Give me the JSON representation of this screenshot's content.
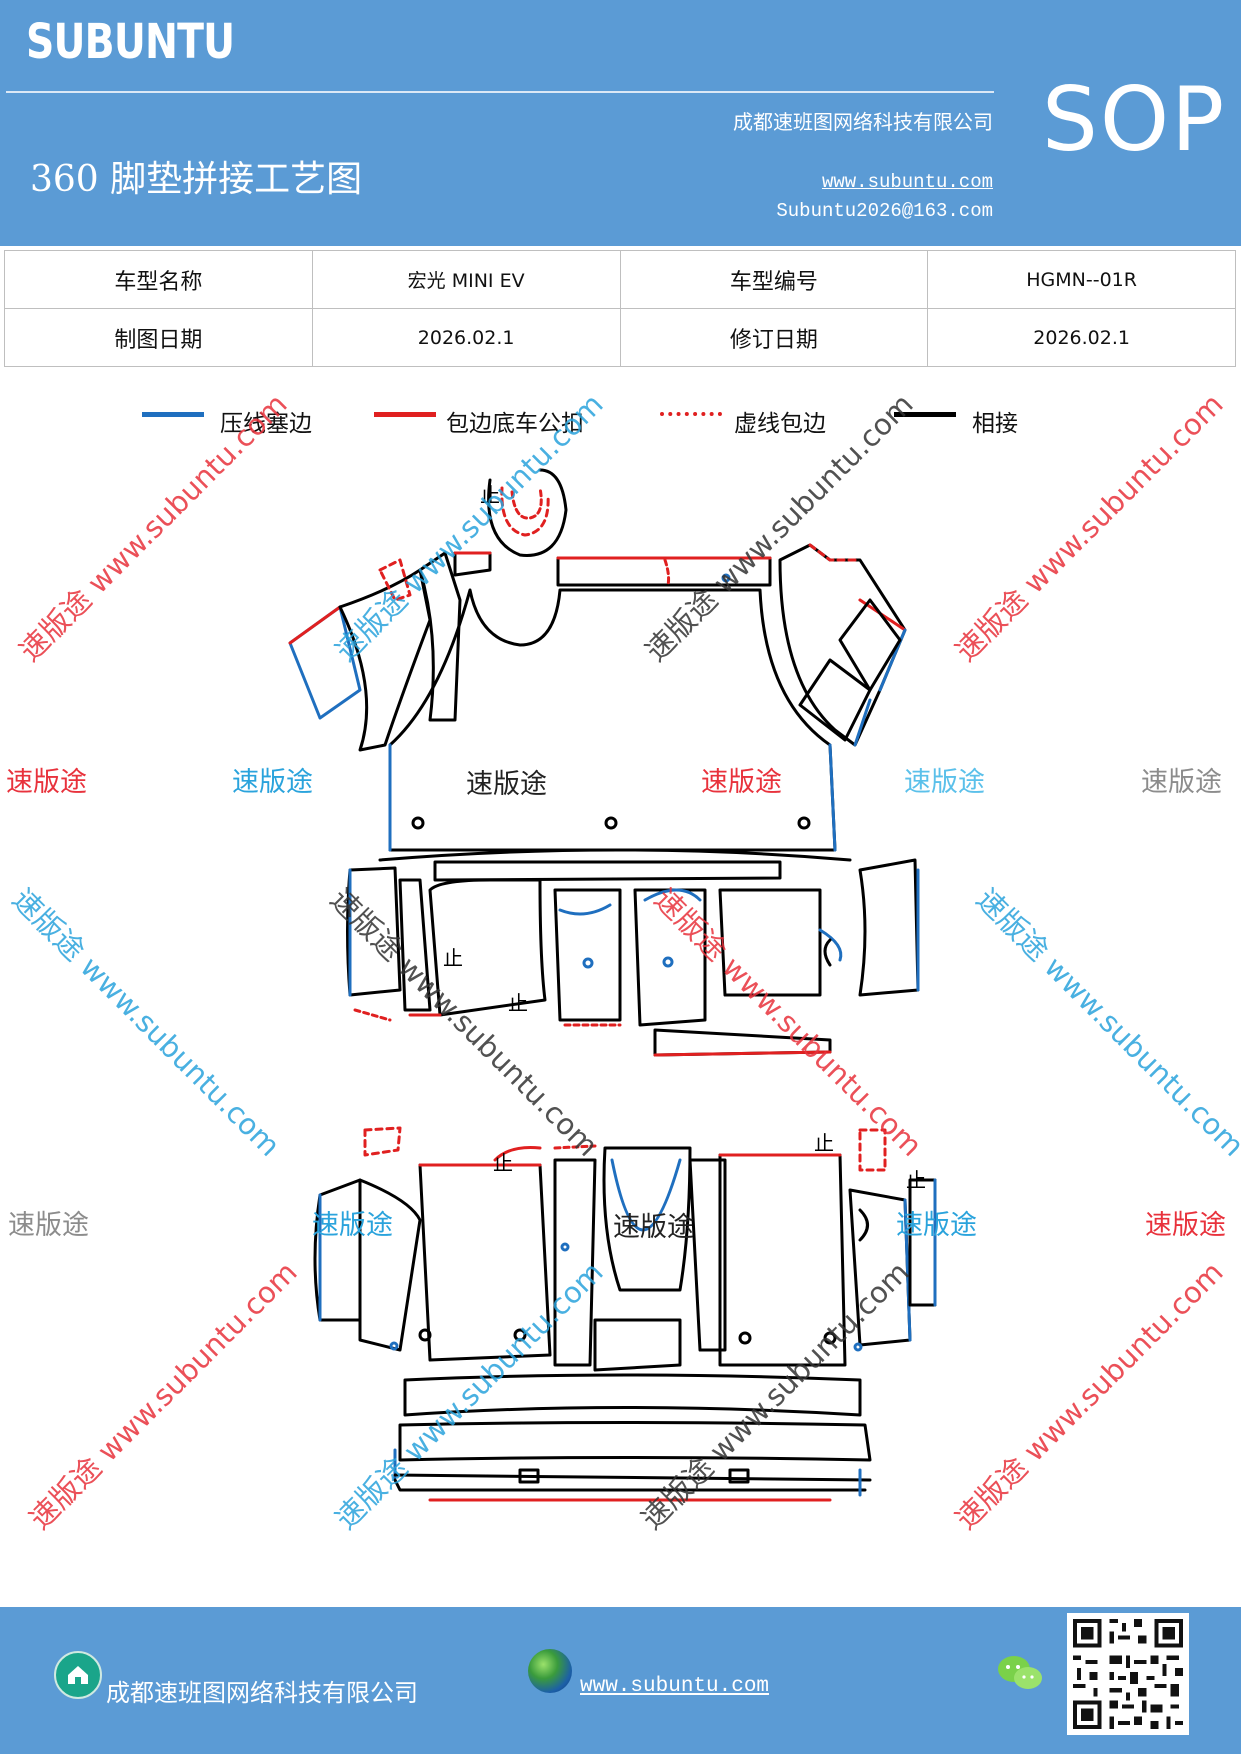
{
  "header": {
    "brand": "SUBUNTU",
    "company": "成都速班图网络科技有限公司",
    "title": "360 脚垫拼接工艺图",
    "website": "www.subuntu.com",
    "email": "Subuntu2026@163.com",
    "badge": "SOP"
  },
  "info": {
    "row1": [
      "车型名称",
      "宏光 MINI EV",
      "车型编号",
      "HGMN--01R"
    ],
    "row2": [
      "制图日期",
      "2026.02.1",
      "修订日期",
      "2026.02.1"
    ]
  },
  "legend": [
    {
      "label": "压线塞边",
      "color": "#1f6fbf",
      "style": "solid"
    },
    {
      "label": "包边底车公扣",
      "color": "#e02020",
      "style": "solid"
    },
    {
      "label": "虚线包边",
      "color": "#e02020",
      "style": "dashed"
    },
    {
      "label": "相接",
      "color": "#000000",
      "style": "solid"
    }
  ],
  "watermarks": {
    "text": "速版途",
    "url_text": "速版途 www.subuntu.com",
    "url_rev": "速版途 www.subuntu.com",
    "colors": {
      "red": "#e8323c",
      "blue": "#2aa3dc",
      "gray": "#8c8c8c",
      "dark": "#333333",
      "lightblue": "#5bc0ea"
    }
  },
  "diagram": {
    "marker": "止"
  },
  "footer": {
    "company": "成都速班图网络科技有限公司",
    "website": "www.subuntu.com",
    "icons": [
      "home-icon",
      "globe-icon",
      "wechat-icon",
      "qr-code"
    ]
  }
}
